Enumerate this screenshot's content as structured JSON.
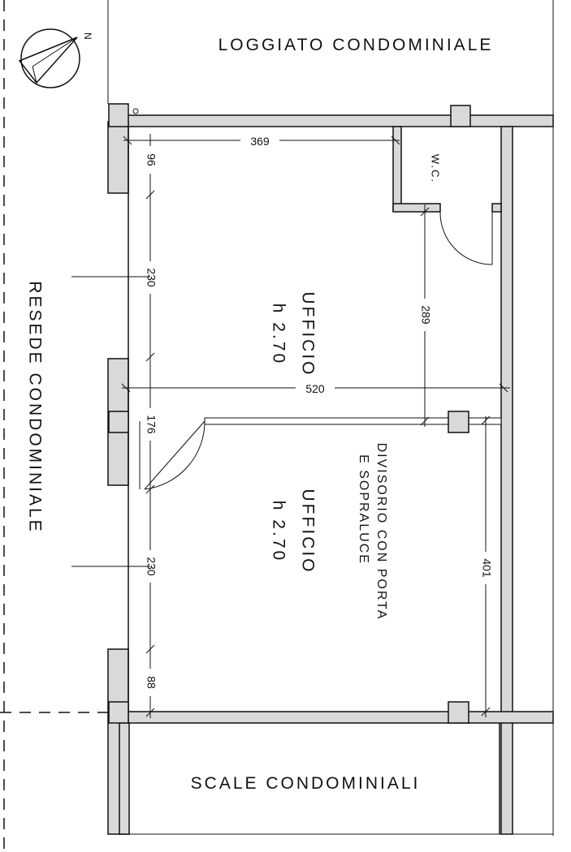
{
  "labels": {
    "loggiato": "LOGGIATO CONDOMINIALE",
    "resede": "RESEDE CONDOMINIALE",
    "scale": "SCALE CONDOMINIALI",
    "wc": "W.C.",
    "room1_name": "UFFICIO",
    "room1_height": "h 2.70",
    "room2_name": "UFFICIO",
    "room2_height": "h 2.70",
    "partition_line1": "DIVISORIO CON PORTA",
    "partition_line2": "E SOPRALUCE",
    "north": "N"
  },
  "dimensions": {
    "d369": "369",
    "d96": "96",
    "d230_top": "230",
    "d289": "289",
    "d520": "520",
    "d176": "176",
    "d230_bottom": "230",
    "d401": "401",
    "d88": "88"
  },
  "colors": {
    "wall_fill": "#d9d9d9",
    "line": "#111111"
  }
}
